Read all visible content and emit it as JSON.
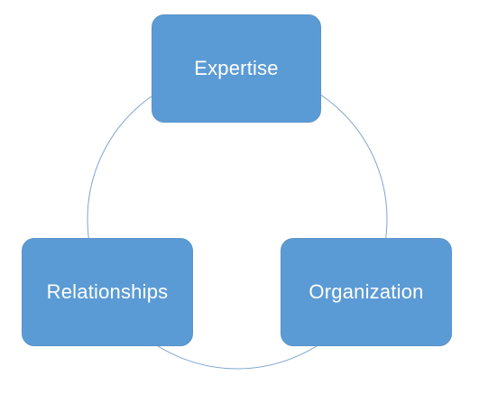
{
  "diagram": {
    "type": "cycle",
    "colors": {
      "node_fill": "#5b9bd5",
      "node_border": "#5a93c8",
      "node_text": "#ffffff",
      "connector": "#7ea6cf"
    },
    "nodes": [
      {
        "id": "expertise",
        "label": "Expertise"
      },
      {
        "id": "relationships",
        "label": "Relationships"
      },
      {
        "id": "organization",
        "label": "Organization"
      }
    ]
  }
}
